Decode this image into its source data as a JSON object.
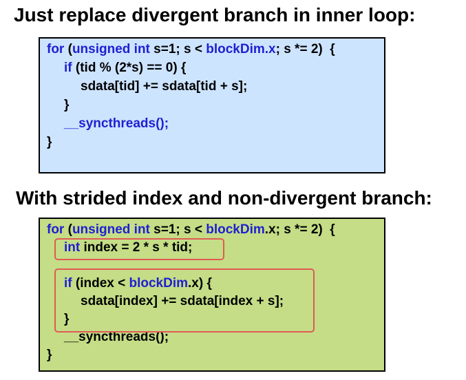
{
  "slide": {
    "heading_1": "Just replace divergent branch in inner loop:",
    "heading_2": "With strided index and non-divergent branch:",
    "code_1": {
      "lines": [
        [
          {
            "t": "for",
            "k": true
          },
          {
            "t": " (",
            "k": false
          },
          {
            "t": "unsigned int",
            "k": true
          },
          {
            "t": " s=1; s < ",
            "k": false
          },
          {
            "t": "blockDim.x",
            "k": true
          },
          {
            "t": "; s *= 2)  {",
            "k": false
          }
        ],
        [
          {
            "t": "if",
            "k": true
          },
          {
            "t": " (tid % (2*s) == 0) {",
            "k": false
          }
        ],
        [
          {
            "t": "sdata[tid] += sdata[tid + s];",
            "k": false
          }
        ],
        [
          {
            "t": "}",
            "k": false
          }
        ],
        [
          {
            "t": "__syncthreads();",
            "k": true
          }
        ],
        [
          {
            "t": "}",
            "k": false
          }
        ]
      ]
    },
    "code_2": {
      "lines": [
        [
          {
            "t": "for",
            "k": true
          },
          {
            "t": " (",
            "k": false
          },
          {
            "t": "unsigned int",
            "k": true
          },
          {
            "t": " s=1; s < ",
            "k": false
          },
          {
            "t": "blockDim",
            "k": true
          },
          {
            "t": ".x; s *= 2)  {",
            "k": false
          }
        ],
        [
          {
            "t": "int",
            "k": true
          },
          {
            "t": " index = 2 * s * tid;",
            "k": false
          }
        ],
        [
          {
            "t": "if",
            "k": true
          },
          {
            "t": " (index < ",
            "k": false
          },
          {
            "t": "blockDim",
            "k": true
          },
          {
            "t": ".x) {",
            "k": false
          }
        ],
        [
          {
            "t": "sdata[index] += sdata[index + s];",
            "k": false
          }
        ],
        [
          {
            "t": "}",
            "k": false
          }
        ],
        [
          {
            "t": "__syncthreads();",
            "k": false
          }
        ],
        [
          {
            "t": "}",
            "k": false
          }
        ]
      ]
    },
    "colors": {
      "keyword": "#1f1fd1",
      "box_1_background": "#cde4ff",
      "box_2_background": "#c4dd86",
      "highlight_border": "#e05a55"
    }
  }
}
